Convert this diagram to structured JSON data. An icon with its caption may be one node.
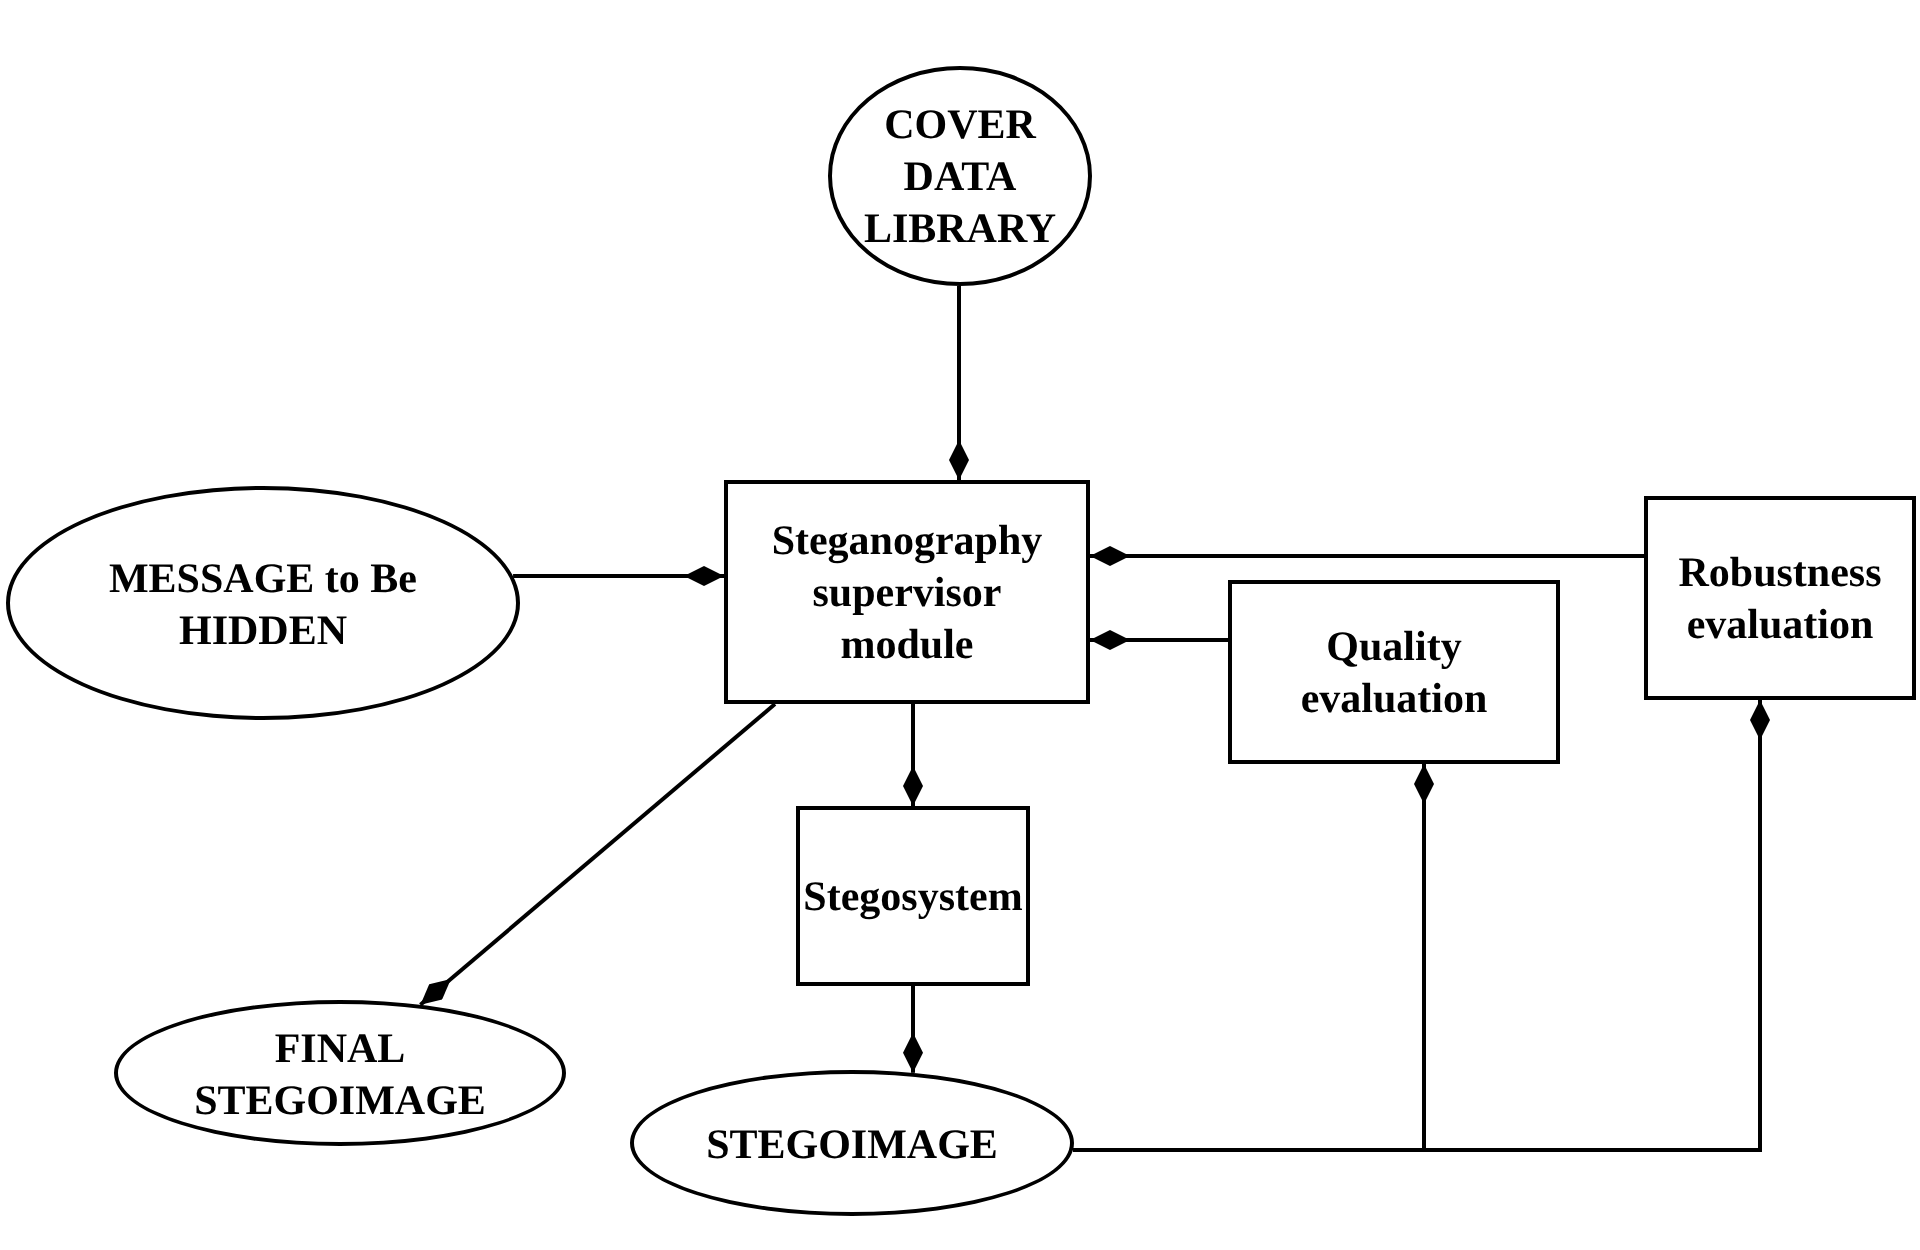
{
  "diagram": {
    "nodes": [
      {
        "text": [
          "COVER DATA LIBRARY"
        ]
      },
      {
        "text": [
          "MESSAGE to Be HIDDEN"
        ]
      },
      {
        "text": [
          "Steganography supervisor module"
        ]
      },
      {
        "text": [
          "Robustness evaluation"
        ]
      },
      {
        "text": [
          "Quality evaluation"
        ]
      },
      {
        "text": [
          "Stegosystem"
        ]
      },
      {
        "text": [
          "FINAL STEGOIMAGE"
        ]
      },
      {
        "text": [
          "STEGOIMAGE"
        ]
      }
    ],
    "edges": [
      {
        "from": 0,
        "to": 2,
        "arrow": "other"
      },
      {
        "from": 1,
        "to": 2,
        "arrow": "other"
      },
      {
        "from": 3,
        "to": 2,
        "arrow": "other"
      },
      {
        "from": 4,
        "to": 2,
        "arrow": "other"
      },
      {
        "from": 2,
        "to": 5,
        "arrow": "other"
      },
      {
        "from": 2,
        "to": 6,
        "arrow": "other"
      },
      {
        "from": 5,
        "to": 7,
        "arrow": "other"
      },
      {
        "from": 7,
        "to": 4,
        "arrow": "other"
      },
      {
        "from": 7,
        "to": 3,
        "arrow": "other"
      }
    ]
  }
}
